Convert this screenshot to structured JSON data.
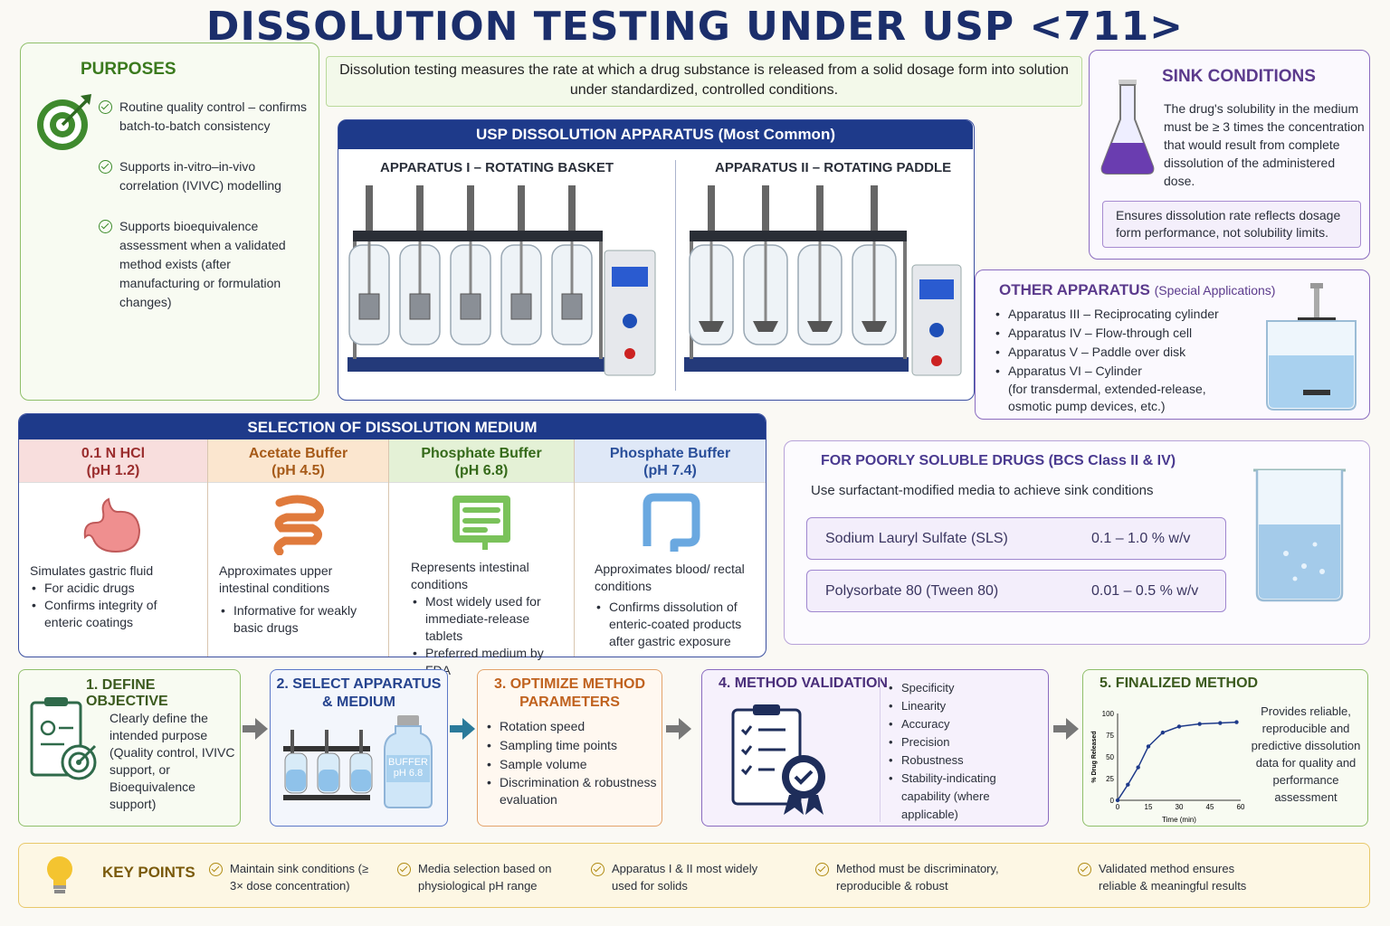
{
  "title": "DISSOLUTION TESTING UNDER USP <711>",
  "intro": "Dissolution testing measures the rate at which a drug substance is released from a solid dosage form into solution under standardized, controlled conditions.",
  "purposes": {
    "title": "PURPOSES",
    "items": [
      "Routine quality control – confirms batch-to-batch consistency",
      "Supports in-vitro–in-vivo correlation (IVIVC) modelling",
      "Supports bioequivalence assessment when a validated method exists (after manufacturing or formulation changes)"
    ]
  },
  "apparatus": {
    "title": "USP DISSOLUTION APPARATUS (Most Common)",
    "left_label": "APPARATUS I – ROTATING BASKET",
    "right_label": "APPARATUS II – ROTATING PADDLE"
  },
  "sink": {
    "title": "SINK CONDITIONS",
    "text": "The drug's solubility in the medium must be ≥ 3 times the concentration that would result from complete dissolution of the administered dose.",
    "note": "Ensures dissolution rate reflects dosage form performance, not solubility limits."
  },
  "other": {
    "title": "OTHER APPARATUS",
    "subtitle": "(Special Applications)",
    "items": [
      "Apparatus III – Reciprocating cylinder",
      "Apparatus IV – Flow-through cell",
      "Apparatus V – Paddle over disk",
      "Apparatus VI – Cylinder"
    ],
    "note": "(for transdermal, extended-release, osmotic pump devices, etc.)"
  },
  "medium": {
    "title": "SELECTION OF DISSOLUTION MEDIUM",
    "cols": [
      {
        "name": "0.1 N HCl",
        "ph": "(pH 1.2)",
        "desc": "Simulates gastric fluid",
        "bullets": [
          "For acidic drugs",
          "Confirms integrity of enteric coatings"
        ],
        "color": "#b03a3a"
      },
      {
        "name": "Acetate Buffer",
        "ph": "(pH 4.5)",
        "desc": "Approximates upper intestinal conditions",
        "bullets": [
          "Informative for weakly basic drugs"
        ],
        "color": "#b8621f"
      },
      {
        "name": "Phosphate Buffer",
        "ph": "(pH 6.8)",
        "desc": "Represents intestinal conditions",
        "bullets": [
          "Most widely used for immediate-release tablets",
          "Preferred medium by FDA"
        ],
        "color": "#3e7a1e"
      },
      {
        "name": "Phosphate Buffer",
        "ph": "(pH 7.4)",
        "desc": "Approximates blood/ rectal conditions",
        "bullets": [
          "Confirms dissolution of enteric-coated products after gastric exposure"
        ],
        "color": "#2a4f9a"
      }
    ]
  },
  "poorly": {
    "title": "FOR POORLY SOLUBLE DRUGS (BCS Class II & IV)",
    "sub": "Use surfactant-modified media to achieve sink conditions",
    "rows": [
      {
        "name": "Sodium Lauryl Sulfate (SLS)",
        "range": "0.1 – 1.0 % w/v"
      },
      {
        "name": "Polysorbate 80 (Tween 80)",
        "range": "0.01 – 0.5 % w/v"
      }
    ]
  },
  "steps": {
    "s1": {
      "title": "1. DEFINE OBJECTIVE",
      "text": "Clearly define the intended purpose (Quality control, IVIVC support, or Bioequivalence support)"
    },
    "s2": {
      "title_a": "2. SELECT APPARATUS",
      "title_b": "& MEDIUM",
      "bottle_label_a": "BUFFER",
      "bottle_label_b": "pH 6.8"
    },
    "s3": {
      "title_a": "3. OPTIMIZE METHOD",
      "title_b": "PARAMETERS",
      "items": [
        "Rotation speed",
        "Sampling time points",
        "Sample volume",
        "Discrimination & robustness evaluation"
      ]
    },
    "s4": {
      "title": "4. METHOD VALIDATION",
      "items": [
        "Specificity",
        "Linearity",
        "Accuracy",
        "Precision",
        "Robustness",
        "Stability-indicating capability (where applicable)"
      ]
    },
    "s5": {
      "title": "5. FINALIZED METHOD",
      "text": "Provides reliable, reproducible and predictive dissolution data for quality and performance assessment"
    }
  },
  "chart_data": {
    "type": "line",
    "x": [
      0,
      5,
      10,
      15,
      22,
      30,
      40,
      50,
      58
    ],
    "values": [
      0,
      18,
      38,
      62,
      78,
      85,
      88,
      89,
      90
    ],
    "xlabel": "Time (min)",
    "ylabel": "% Drug Released",
    "xticks": [
      "0",
      "15",
      "30",
      "45",
      "60"
    ],
    "yticks": [
      "0",
      "25",
      "50",
      "75",
      "100"
    ],
    "xlim": [
      0,
      60
    ],
    "ylim": [
      0,
      100
    ],
    "grid": false,
    "color": "#1e3a8a"
  },
  "keypoints": {
    "title": "KEY POINTS",
    "items": [
      "Maintain sink conditions (≥ 3× dose concentration)",
      "Media selection based on physiological pH range",
      "Apparatus I & II most widely used for solids",
      "Method must be discriminatory, reproducible & robust",
      "Validated method ensures reliable & meaningful results"
    ]
  },
  "colors": {
    "navy": "#1b2e6b",
    "green": "#3b7a1e",
    "purple": "#5b3a8c",
    "orange": "#c0621f",
    "gold": "#b08a12"
  }
}
